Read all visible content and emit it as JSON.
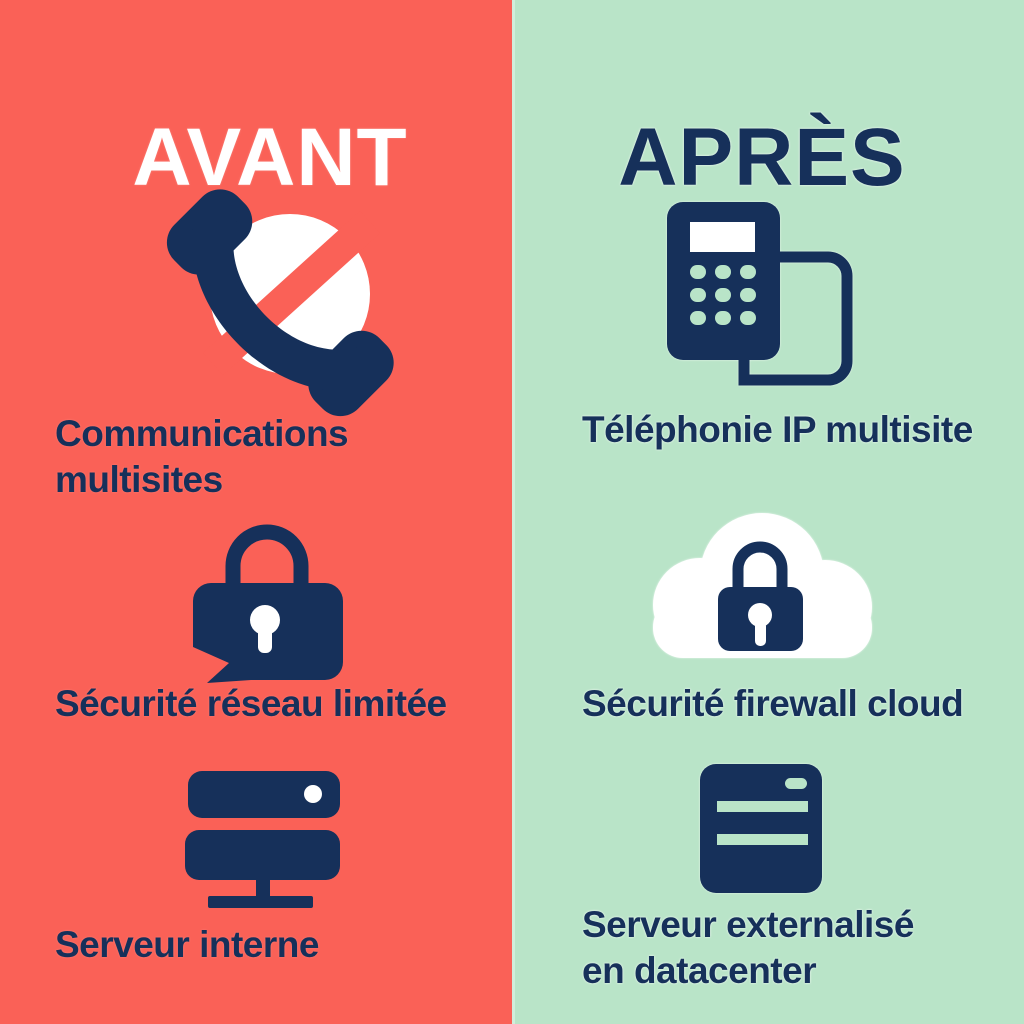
{
  "colors": {
    "left_bg": "#FA6157",
    "right_bg": "#B9E4C8",
    "navy": "#16305A",
    "white": "#FFFFFF",
    "halo": "#E2F3E8"
  },
  "left": {
    "title": "AVANT",
    "items": [
      {
        "icon": "blocked-phone-icon",
        "lines": [
          "Communications",
          "multisites"
        ]
      },
      {
        "icon": "broken-lock-icon",
        "lines": [
          "Sécurité réseau limitée"
        ]
      },
      {
        "icon": "internal-server-icon",
        "lines": [
          "Serveur interne"
        ]
      }
    ]
  },
  "right": {
    "title": "APRÈS",
    "items": [
      {
        "icon": "ip-desk-phone-icon",
        "lines": [
          "Téléphonie IP multisite"
        ]
      },
      {
        "icon": "cloud-lock-icon",
        "lines": [
          "Sécurité firewall cloud"
        ]
      },
      {
        "icon": "datacenter-server-icon",
        "lines": [
          "Serveur externalisé",
          "en datacenter"
        ]
      }
    ]
  }
}
